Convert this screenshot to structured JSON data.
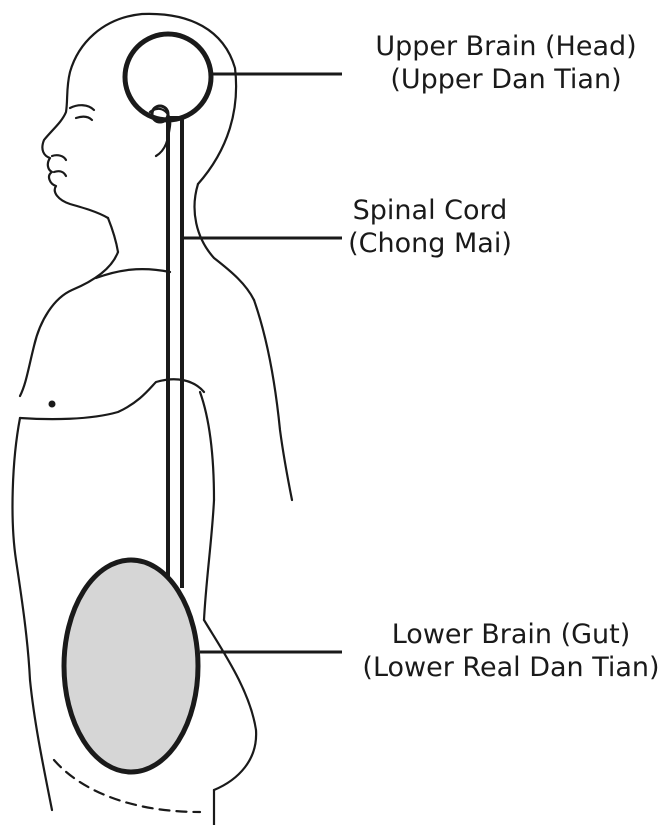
{
  "labels": {
    "upper_brain": {
      "line1": "Upper Brain (Head)",
      "line2": "(Upper Dan Tian)"
    },
    "spinal_cord": {
      "line1": "Spinal Cord",
      "line2": "(Chong Mai)"
    },
    "lower_brain": {
      "line1": "Lower Brain (Gut)",
      "line2": "(Lower Real Dan Tian)"
    }
  },
  "colors": {
    "ink": "#1a1a1a",
    "lower_brain_fill": "#d6d6d6",
    "background": "#ffffff"
  }
}
